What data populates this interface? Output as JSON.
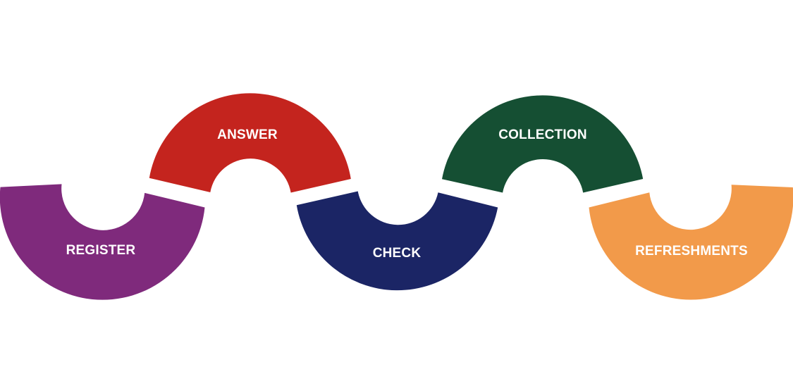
{
  "steps": [
    {
      "label": "REGISTER",
      "color": "#7f2a7c"
    },
    {
      "label": "ANSWER",
      "color": "#c4241e"
    },
    {
      "label": "CHECK",
      "color": "#1b2565"
    },
    {
      "label": "COLLECTION",
      "color": "#154f33"
    },
    {
      "label": "REFRESHMENTS",
      "color": "#f29a4a"
    }
  ]
}
